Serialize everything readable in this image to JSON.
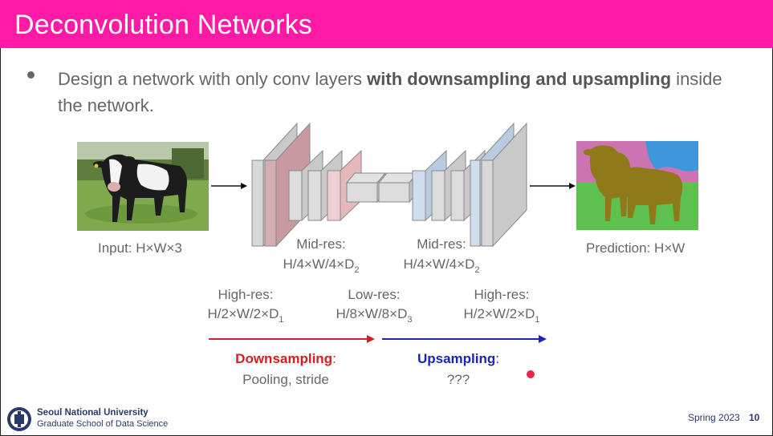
{
  "slide": {
    "title": "Deconvolution Networks",
    "bullet_prefix": "Design a network with only conv layers ",
    "bullet_bold": "with downsampling and upsampling",
    "bullet_suffix": " inside the network."
  },
  "diagram": {
    "input_label": "Input: H×W×3",
    "prediction_label": "Prediction: H×W",
    "midres_left_title": "Mid-res:",
    "midres_left_dims": "H/4×W/4×D",
    "midres_left_sub": "2",
    "midres_right_title": "Mid-res:",
    "midres_right_dims": "H/4×W/4×D",
    "midres_right_sub": "2",
    "highres_left_title": "High-res:",
    "highres_left_dims": "H/2×W/2×D",
    "highres_left_sub": "1",
    "lowres_title": "Low-res:",
    "lowres_dims": "H/8×W/8×D",
    "lowres_sub": "3",
    "highres_right_title": "High-res:",
    "highres_right_dims": "H/2×W/2×D",
    "highres_right_sub": "1",
    "downsampling_title": "Downsampling",
    "downsampling_desc": "Pooling, stride",
    "upsampling_title": "Upsampling",
    "upsampling_desc": "???",
    "colon": ":"
  },
  "footer": {
    "university": "Seoul National University",
    "school": "Graduate School of Data Science",
    "term": "Spring 2023",
    "page": "10"
  },
  "colors": {
    "title_bar": "#ff1aa6",
    "downsampling": "#d21f1f",
    "upsampling": "#1a24b8",
    "pointer_dot": "#e8264a",
    "footer_text": "#2a3a6a"
  }
}
